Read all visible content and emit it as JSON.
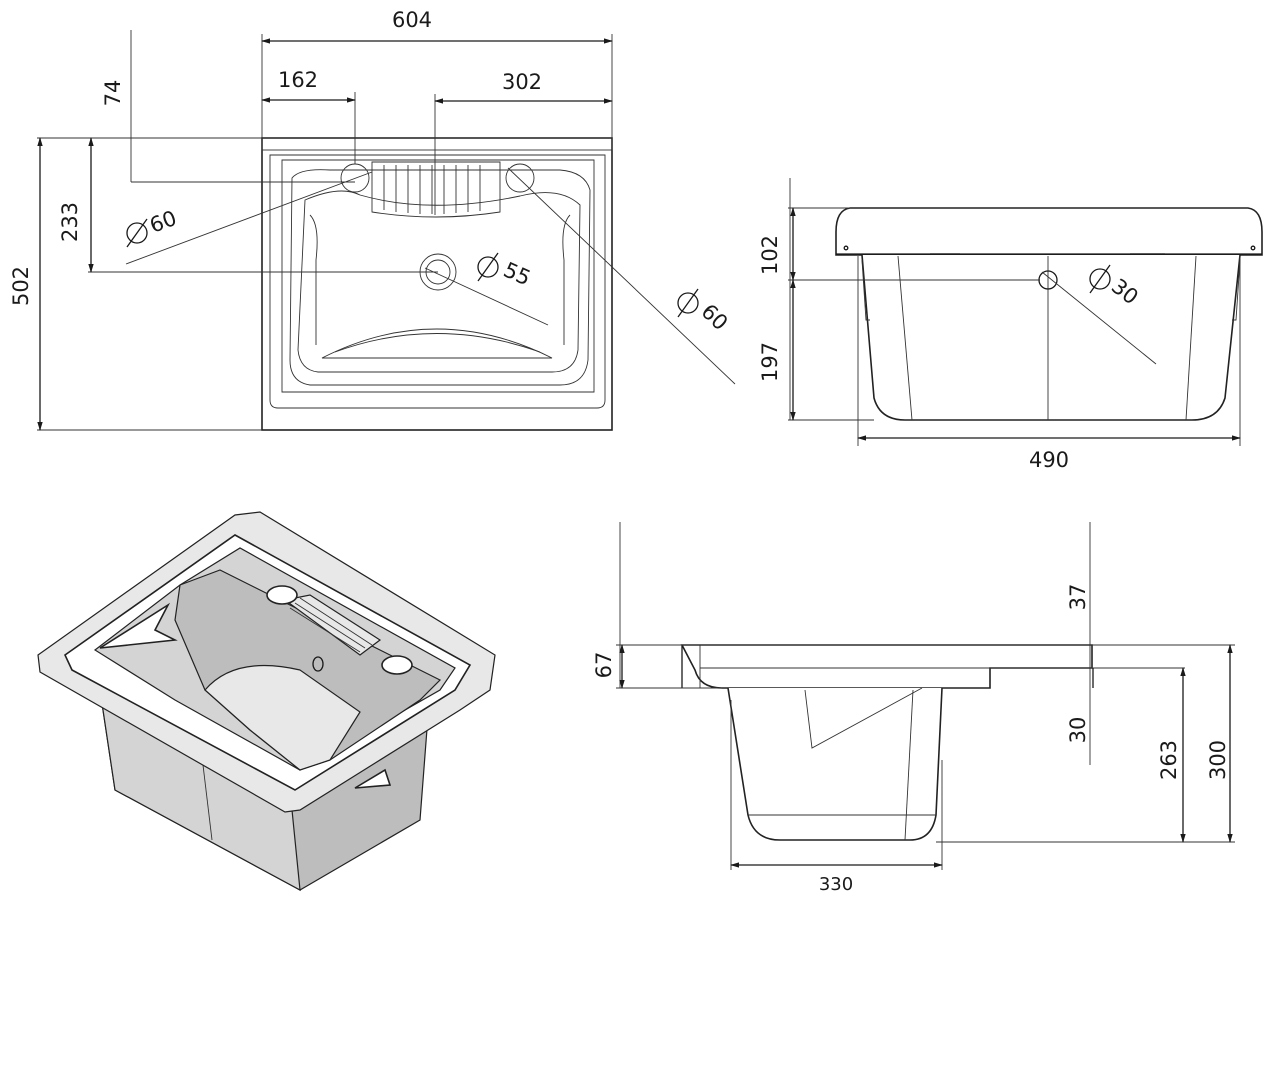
{
  "top_view": {
    "width": "604",
    "left_offset": "162",
    "right_offset": "302",
    "top_offset": "74",
    "depth": "502",
    "hole_offset": "233",
    "hole_left": "60",
    "hole_drain": "55",
    "hole_right": "60"
  },
  "front_view": {
    "rim_height": "102",
    "body_height": "197",
    "overflow": "30",
    "bottom_width": "490"
  },
  "side_view": {
    "top_gap": "37",
    "rim": "67",
    "overflow_drop": "30",
    "inner_height": "263",
    "total_height": "300",
    "bottom_depth": "330"
  }
}
